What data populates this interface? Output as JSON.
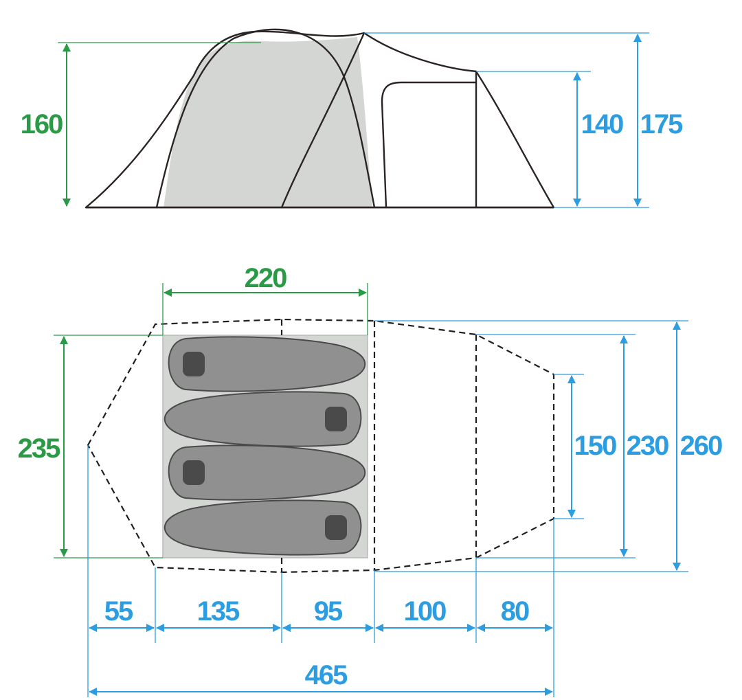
{
  "side_view": {
    "inner_height": "160",
    "rear_height": "140",
    "total_height": "175"
  },
  "floor_plan": {
    "inner_length": "220",
    "inner_width": "235",
    "rear_width": "150",
    "vestibule_width": "230",
    "total_width": "260"
  },
  "length_segments": [
    "55",
    "135",
    "95",
    "100",
    "80"
  ],
  "total_length": "465",
  "colors": {
    "inner_dim": "#2a9a46",
    "outer_dim": "#2b9de0",
    "outline": "#2b2424",
    "inner_tent_fill": "#d4d6d4",
    "sleeping_bag_fill": "#8f908f",
    "sleeping_bag_hood": "#4a4a4a"
  },
  "icons": [
    "sleeping-bag-icon"
  ]
}
